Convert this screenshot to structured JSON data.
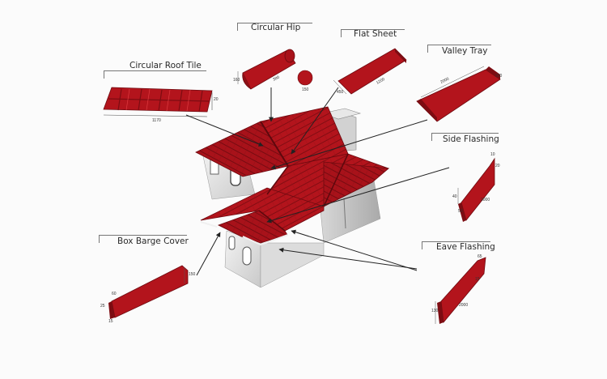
{
  "labels": {
    "circular_roof_tile": "Circular Roof Tile",
    "circular_hip": "Circular Hip",
    "flat_sheet": "Flat Sheet",
    "valley_tray": "Valley Tray",
    "side_flashing": "Side Flashing",
    "box_barge_cover": "Box Barge Cover",
    "eave_flashing": "Eave Flashing"
  },
  "dimensions": {
    "roof_tile_length": "1170",
    "roof_tile_height": "20",
    "hip_length": "380",
    "hip_width": "160",
    "hip_end": "150",
    "flat_sheet_length": "1200",
    "flat_sheet_width": "450",
    "valley_length": "2000",
    "valley_width": "200",
    "side_top": "10",
    "side_flange": "20",
    "side_height": "40",
    "side_length": "2000",
    "side_bottom": "50",
    "barge_top": "60",
    "barge_height": "150",
    "barge_side": "25",
    "barge_bottom": "15",
    "eave_top": "65",
    "eave_flange": "15",
    "eave_height": "130",
    "eave_length": "2000"
  },
  "colors": {
    "roof_red": "#b3141c",
    "roof_dark": "#7d0c12",
    "wall": "#eeeeee",
    "arrow": "#222222"
  }
}
